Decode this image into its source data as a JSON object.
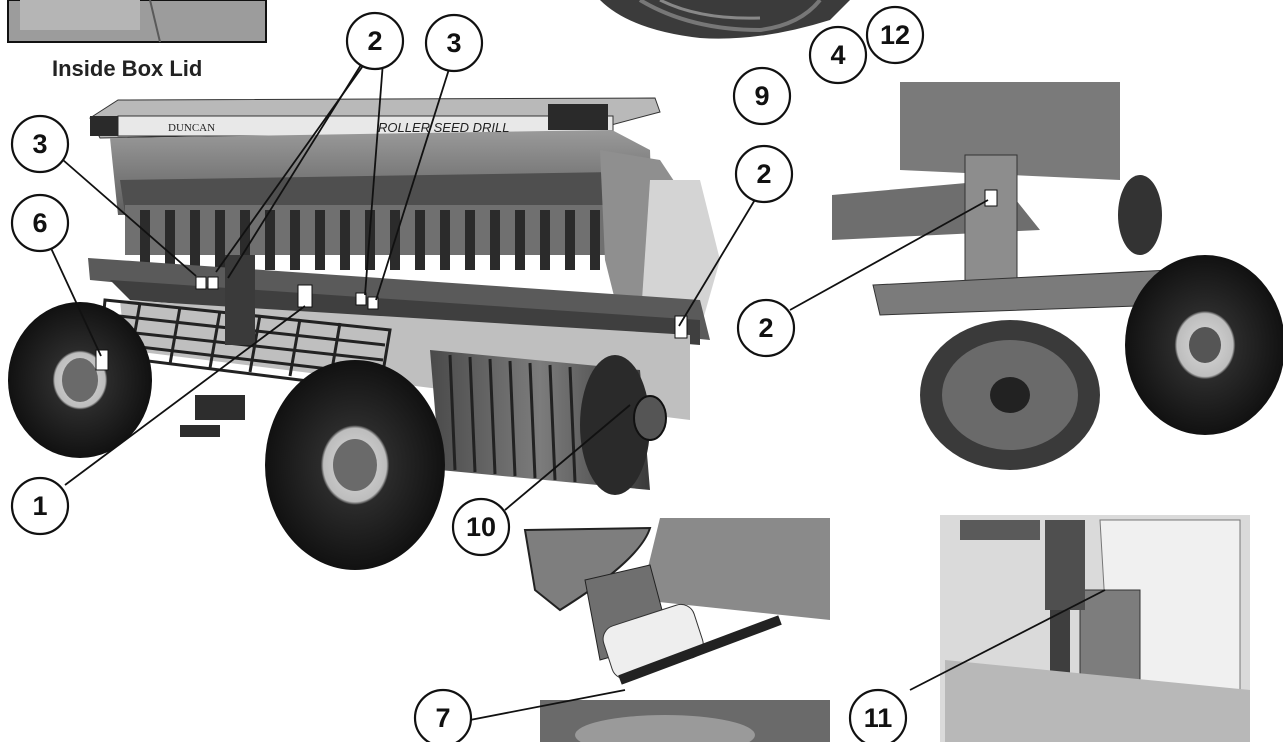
{
  "figure": {
    "caption": "Inside Box Lid",
    "drill_labels": {
      "brand": "DUNCAN",
      "model": "ROLLER SEED DRILL"
    }
  },
  "callouts": [
    {
      "id": "c2-top-left",
      "number": "2"
    },
    {
      "id": "c3-top",
      "number": "3"
    },
    {
      "id": "c3-left",
      "number": "3"
    },
    {
      "id": "c6",
      "number": "6"
    },
    {
      "id": "c1",
      "number": "1"
    },
    {
      "id": "c10",
      "number": "10"
    },
    {
      "id": "c2-right-main",
      "number": "2"
    },
    {
      "id": "c9",
      "number": "9"
    },
    {
      "id": "c4",
      "number": "4"
    },
    {
      "id": "c12",
      "number": "12"
    },
    {
      "id": "c2-inset",
      "number": "2"
    },
    {
      "id": "c7",
      "number": "7"
    },
    {
      "id": "c11",
      "number": "11"
    }
  ],
  "colors": {
    "line": "#111111",
    "photo_dark": "#3c3c3c",
    "photo_mid": "#8a8a8a",
    "photo_light": "#cfcfcf"
  }
}
